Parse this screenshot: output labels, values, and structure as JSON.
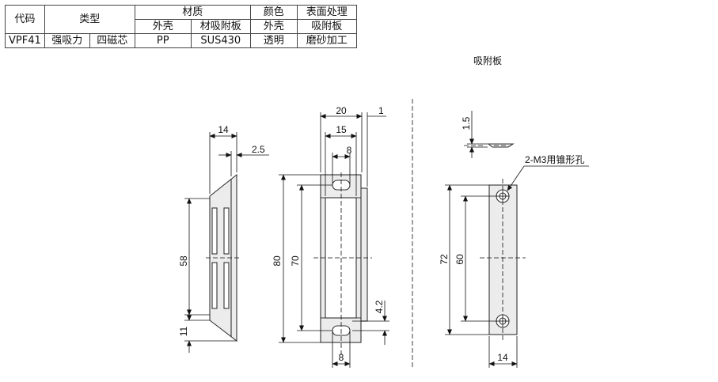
{
  "table": {
    "h_code": "代码",
    "h_type": "类型",
    "h_material": "材质",
    "h_color": "颜色",
    "h_surface": "表面处理",
    "sh_shell": "外壳",
    "sh_plate": "材吸附板",
    "sh_color_shell": "外壳",
    "sh_surface_plate": "吸附板",
    "code": "VPF41",
    "type1": "强吸力",
    "type2": "四磁芯",
    "mat_shell": "PP",
    "mat_plate": "SUS430",
    "color": "透明",
    "surface": "磨砂加工"
  },
  "caption": "吸附板",
  "dims": {
    "d14_side": "14",
    "d2_5": "2.5",
    "d58": "58",
    "d11": "11",
    "d20": "20",
    "d1": "1",
    "d15": "15",
    "d8_top": "8",
    "d80": "80",
    "d70": "70",
    "d4_2": "4.2",
    "d8_bottom": "8",
    "d1_5": "1.5",
    "hole_note": "2-M3用锥形孔",
    "d72": "72",
    "d60": "60",
    "d14_plate": "14"
  }
}
